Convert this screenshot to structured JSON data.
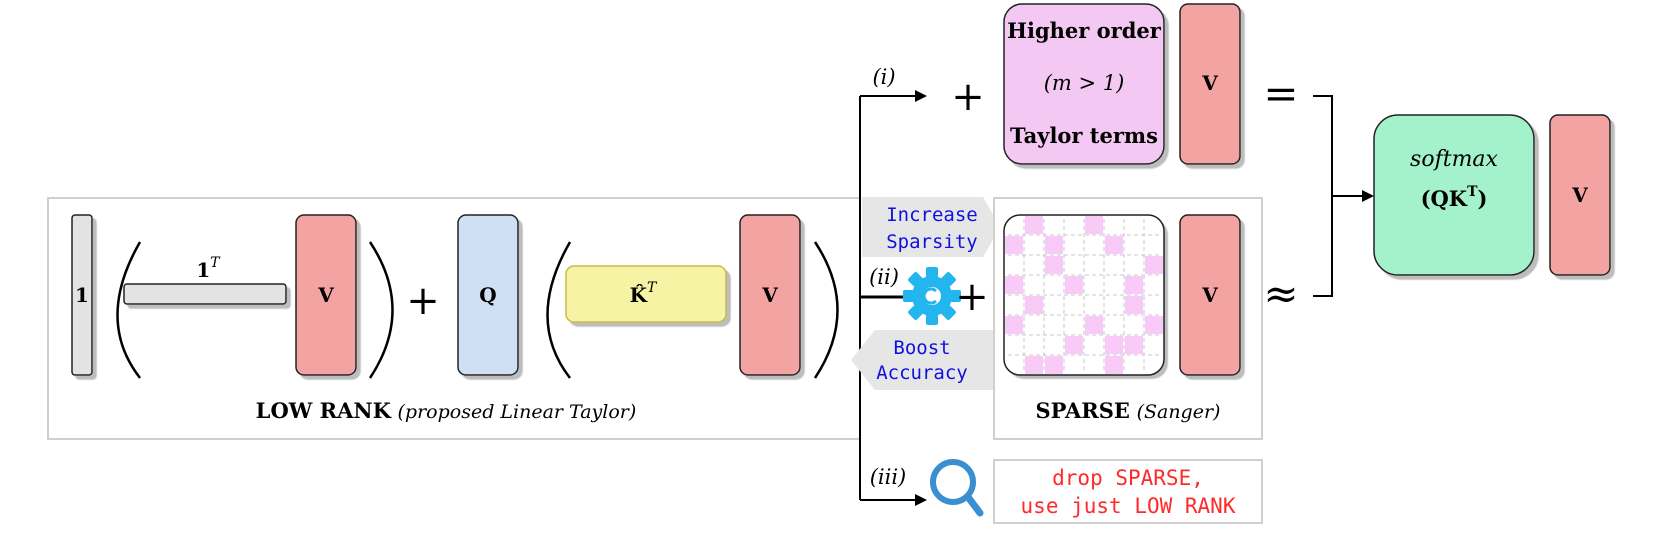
{
  "colors": {
    "matrix_v": "#f4a3a3",
    "matrix_q": "#cfdff4",
    "matrix_k": "#f6f3a5",
    "higher_order": "#f3c8f2",
    "softmax": "#a3f2cc",
    "ones": "#e3e3e3",
    "sparse_cell": "#f9c9f7",
    "panel_border": "#cfcfcf",
    "hint_text": "#1010e0",
    "drop_text": "#ff2a2a",
    "icon_blue": "#3a8fd0",
    "gear_blue": "#23b5ee"
  },
  "icons": {
    "gear": "gear-icon",
    "magnifier": "magnifier-icon"
  },
  "low_rank": {
    "ones_vector": "1",
    "ones_transpose": "1",
    "ones_transpose_sup": "T",
    "v_label": "V",
    "plus": "+",
    "q_label": "Q",
    "k_label": "K̂",
    "k_sup": "T",
    "v2_label": "V",
    "caption_bold": "LOW RANK",
    "caption_italic": "(proposed Linear Taylor)"
  },
  "sparse": {
    "v_label": "V",
    "caption_bold": "SPARSE",
    "caption_italic": "(Sanger)"
  },
  "branches": {
    "i_label": "(i)",
    "ii_label": "(ii)",
    "iii_label": "(iii)"
  },
  "arrows": {
    "increase_line1": "Increase",
    "increase_line2": "Sparsity",
    "boost_line1": "Boost",
    "boost_line2": "Accuracy"
  },
  "higher_order": {
    "line1": "Higher order",
    "line2": "(m > 1)",
    "line3": "Taylor terms",
    "plus": "+",
    "v_label": "V",
    "equals": "="
  },
  "middle": {
    "plus": "+",
    "approx": "≈"
  },
  "softmax": {
    "line1": "softmax",
    "line2": "(QK",
    "line2_sup": "T",
    "line2_close": ")",
    "v_label": "V"
  },
  "drop": {
    "line1": "drop SPARSE,",
    "line2": "use just LOW RANK"
  }
}
